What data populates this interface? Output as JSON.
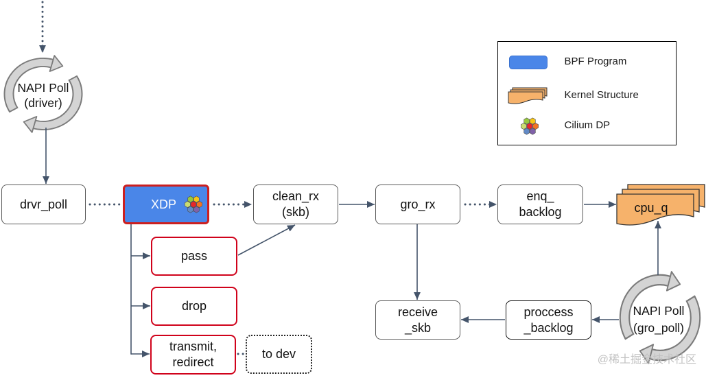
{
  "nodes": {
    "napi_poll_driver": {
      "line1": "NAPI Poll",
      "line2": "(driver)",
      "icon": "cycle-arrows-icon"
    },
    "drvr_poll": {
      "label": "drvr_poll"
    },
    "xdp": {
      "label": "XDP",
      "icon": "cilium-icon"
    },
    "clean_rx": {
      "line1": "clean_rx",
      "line2": "(skb)"
    },
    "gro_rx": {
      "label": "gro_rx"
    },
    "enq_backlog": {
      "line1": "enq_",
      "line2": "backlog"
    },
    "cpu_q": {
      "label": "cpu_q"
    },
    "pass": {
      "label": "pass"
    },
    "drop": {
      "label": "drop"
    },
    "transmit_redirect": {
      "line1": "transmit,",
      "line2": "redirect"
    },
    "to_dev": {
      "label": "to dev"
    },
    "receive_skb": {
      "line1": "receive",
      "line2": "_skb"
    },
    "proccess_backlog": {
      "line1": "proccess",
      "line2": "_backlog"
    },
    "napi_poll_gro_poll": {
      "line1": "NAPI Poll",
      "line2": "(gro_poll)",
      "icon": "cycle-arrows-icon"
    }
  },
  "legend": {
    "items": [
      {
        "label": "BPF Program",
        "icon": "bpf-program-swatch"
      },
      {
        "label": "Kernel Structure",
        "icon": "kernel-structure-stack-icon"
      },
      {
        "label": "Cilium DP",
        "icon": "cilium-icon"
      }
    ]
  },
  "colors": {
    "bpf_program": "#4a86e8",
    "kernel_structure": "#f6b26b",
    "xdp_border": "#cc1f1f",
    "action_border": "#d0021b",
    "connector": "#44546a"
  },
  "watermark": "@稀土掘金技术社区"
}
